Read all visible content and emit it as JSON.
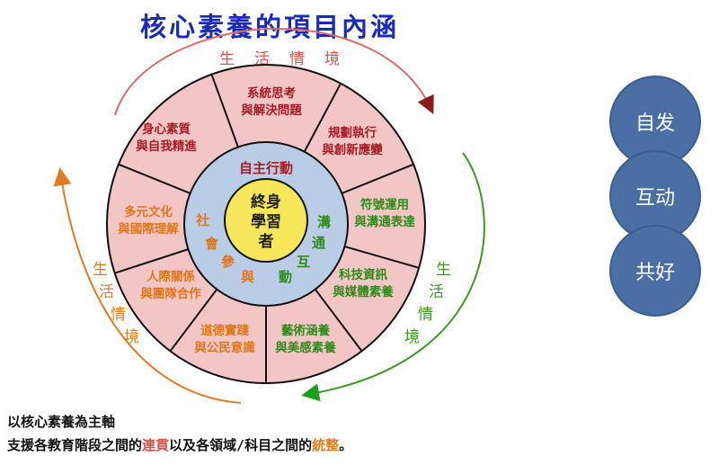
{
  "title": "核心素養的項目內涵",
  "context_top": [
    "生",
    "活",
    "情",
    "境"
  ],
  "context_left": [
    "生",
    "活",
    "情",
    "境"
  ],
  "context_right": [
    "生",
    "活",
    "情",
    "境"
  ],
  "segments": [
    {
      "lines": [
        "系統思考",
        "與解決問題"
      ],
      "color": "#a51c24"
    },
    {
      "lines": [
        "規劃執行",
        "與創新應變"
      ],
      "color": "#a51c24"
    },
    {
      "lines": [
        "符號運用",
        "與溝通表達"
      ],
      "color": "#2e8b1a"
    },
    {
      "lines": [
        "科技資訊",
        "與媒體素養"
      ],
      "color": "#2e8b1a"
    },
    {
      "lines": [
        "藝術涵養",
        "與美感素養"
      ],
      "color": "#2e8b1a"
    },
    {
      "lines": [
        "道德實踐",
        "與公民意識"
      ],
      "color": "#e0761c"
    },
    {
      "lines": [
        "人際關係",
        "與團隊合作"
      ],
      "color": "#e0761c"
    },
    {
      "lines": [
        "多元文化",
        "與國際理解"
      ],
      "color": "#e0761c"
    },
    {
      "lines": [
        "身心素質",
        "與自我精進"
      ],
      "color": "#a51c24"
    }
  ],
  "ring": {
    "top": "自主行動",
    "right": [
      "溝",
      "通",
      "互",
      "動"
    ],
    "left": [
      "社",
      "會",
      "參",
      "與"
    ]
  },
  "core": [
    "終身",
    "學習",
    "者"
  ],
  "right_circles": [
    "自发",
    "互动",
    "共好"
  ],
  "bottom_line1": "以核心素養為主軸",
  "bottom_line2": {
    "a": "支援各教育階段之間的",
    "b": "連貫",
    "c": "以及各領域/科目之間的",
    "d": "統整",
    "e": "。"
  },
  "colors": {
    "outer_fill": "#f3c6c6",
    "ring_fill": "#b9cde6",
    "core_fill": "#f7e65a",
    "arrow_red": "#c0392b",
    "arrow_orange": "#e07b20",
    "arrow_green": "#3a9a1c"
  }
}
